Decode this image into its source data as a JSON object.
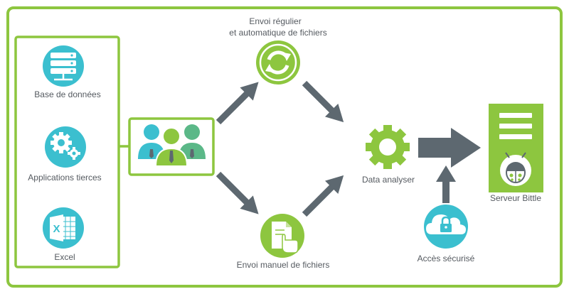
{
  "sources": {
    "database": "Base de données",
    "apps": "Applications tierces",
    "excel": "Excel"
  },
  "flows": {
    "auto_line1": "Envoi régulier",
    "auto_line2": "et automatique de fichiers",
    "manual": "Envoi manuel de fichiers"
  },
  "analyser": "Data analyser",
  "security": "Accès sécurisé",
  "server": "Serveur Bittle",
  "excel_letter": "X",
  "icons": {
    "database": "server-rack-icon",
    "apps": "gears-icon",
    "excel": "excel-icon",
    "team": "users-group-icon",
    "auto": "sync-icon",
    "manual": "document-hand-icon",
    "analyser": "gear-icon",
    "security": "cloud-lock-icon",
    "server": "server-bug-icon"
  },
  "colors": {
    "green": "#8dc63f",
    "teal": "#3bbfcf",
    "arrow": "#5d6870",
    "text": "#555a60"
  }
}
